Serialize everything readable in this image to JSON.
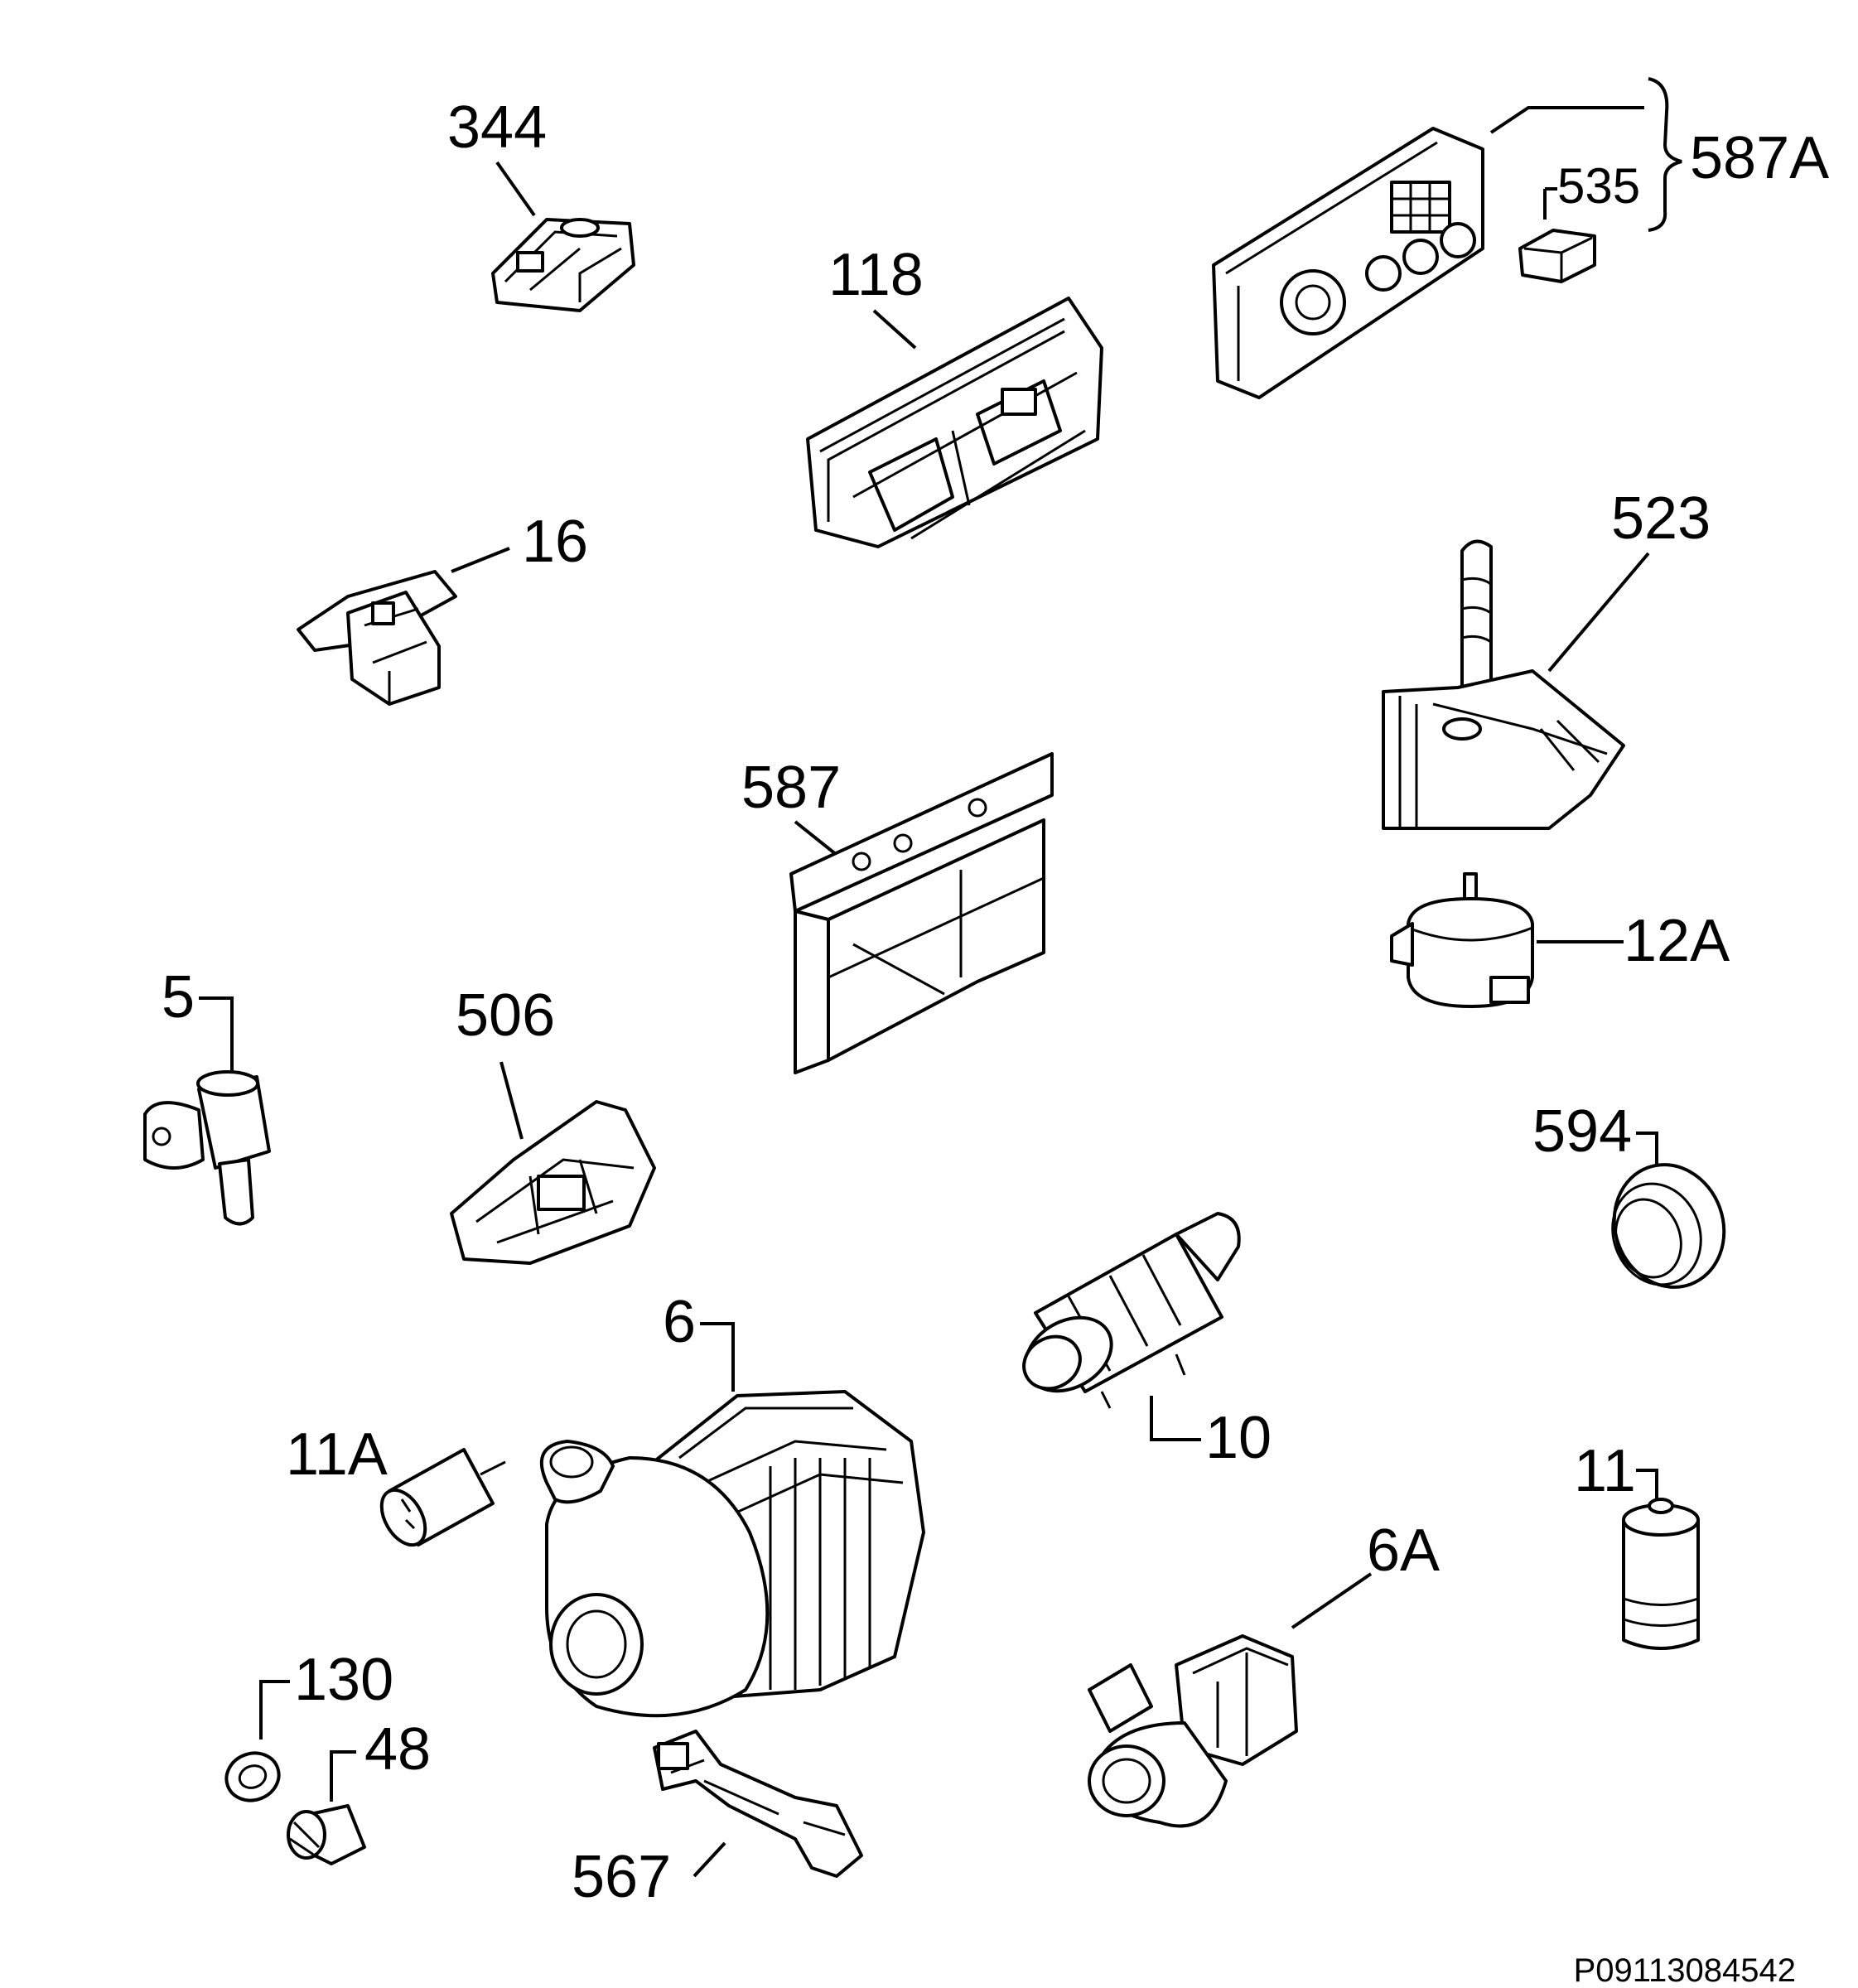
{
  "drawing_code": "P09113084542",
  "labels": {
    "p344": "344",
    "p118": "118",
    "p587A": "587A",
    "p535": "535",
    "p16": "16",
    "p523": "523",
    "p587": "587",
    "p12A": "12A",
    "p5": "5",
    "p506": "506",
    "p594": "594",
    "p6": "6",
    "p10": "10",
    "p11A": "11A",
    "p11": "11",
    "p6A": "6A",
    "p130": "130",
    "p48": "48",
    "p567": "567"
  }
}
